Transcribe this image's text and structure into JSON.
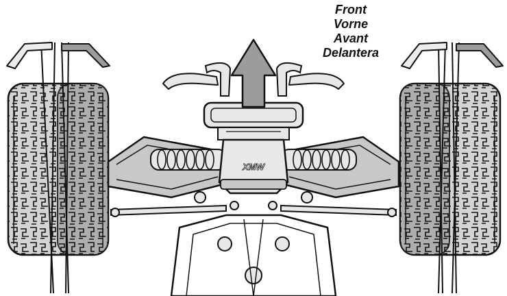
{
  "direction_label": {
    "lines": [
      "Front",
      "Vorne",
      "Avant",
      "Delantera"
    ]
  },
  "chassis_logo": "XMW",
  "colors": {
    "outline": "#111111",
    "tire_light": "#d4d4d4",
    "tire_dark": "#a8a8a8",
    "arm_fill": "#c8c8c8",
    "part_fill": "#e8e8e8",
    "arrow_fill": "#9c9c9c",
    "background": "#ffffff"
  },
  "icons": {
    "forward_arrow": "up-arrow",
    "toe_arc_left": "curved-arc",
    "toe_arc_right": "curved-arc"
  }
}
